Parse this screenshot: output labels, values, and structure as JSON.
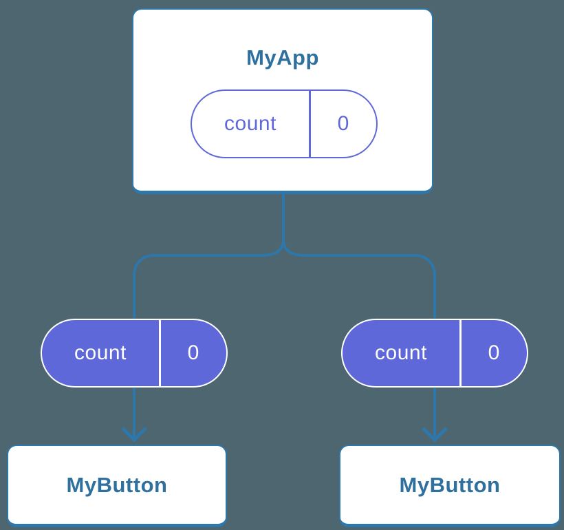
{
  "colors": {
    "background": "#4d6670",
    "connector_blue": "#2d77ab",
    "component_title_blue": "#2f709f",
    "pill_purple": "#5e68d8",
    "box_fill": "#ffffff"
  },
  "diagram": {
    "type": "component-tree",
    "root": {
      "title": "MyApp",
      "state_pill": {
        "label": "count",
        "value": "0"
      }
    },
    "children": [
      {
        "title": "MyButton",
        "prop_pill": {
          "label": "count",
          "value": "0"
        }
      },
      {
        "title": "MyButton",
        "prop_pill": {
          "label": "count",
          "value": "0"
        }
      }
    ]
  }
}
